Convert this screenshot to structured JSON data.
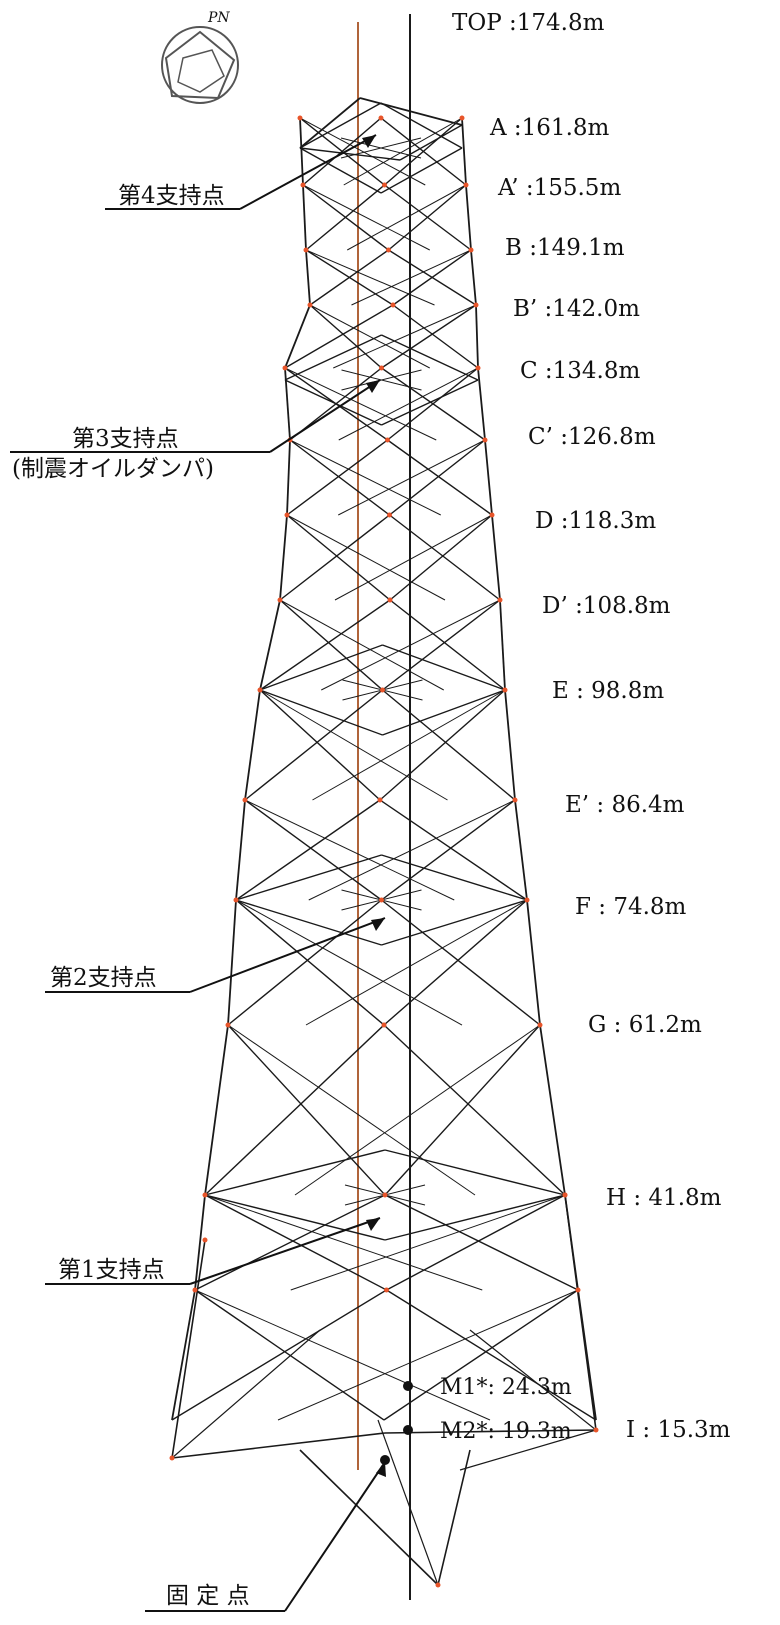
{
  "compass": {
    "label": "PN"
  },
  "levels": [
    {
      "id": "TOP",
      "text": "TOP :174.8m"
    },
    {
      "id": "A",
      "text": "A :161.8m"
    },
    {
      "id": "A_prime",
      "text": "A’ :155.5m"
    },
    {
      "id": "B",
      "text": "B :149.1m"
    },
    {
      "id": "B_prime",
      "text": "B’ :142.0m"
    },
    {
      "id": "C",
      "text": "C :134.8m"
    },
    {
      "id": "C_prime",
      "text": "C’ :126.8m"
    },
    {
      "id": "D",
      "text": "D :118.3m"
    },
    {
      "id": "D_prime",
      "text": "D’ :108.8m"
    },
    {
      "id": "E",
      "text": "E : 98.8m"
    },
    {
      "id": "E_prime",
      "text": "E’ : 86.4m"
    },
    {
      "id": "F",
      "text": "F : 74.8m"
    },
    {
      "id": "G",
      "text": "G : 61.2m"
    },
    {
      "id": "H",
      "text": "H : 41.8m"
    },
    {
      "id": "I",
      "text": "I : 15.3m"
    },
    {
      "id": "M1",
      "text": "M1*: 24.3m"
    },
    {
      "id": "M2",
      "text": "M2*: 19.3m"
    }
  ],
  "callouts": {
    "support4": "第4支持点",
    "support3": "第3支持点",
    "support3_sub": "(制震オイルダンパ)",
    "support2": "第2支持点",
    "support1": "第1支持点",
    "fixed": "固 定 点"
  },
  "colors": {
    "member": "#1a1a1a",
    "node": "#e8552a",
    "mast": "#b0643a"
  }
}
